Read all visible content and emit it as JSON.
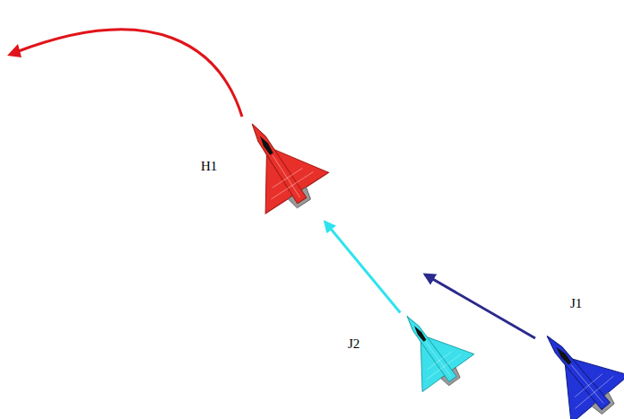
{
  "diagram": {
    "nodes": [
      {
        "text": [
          "H1"
        ]
      },
      {
        "text": [
          "J2"
        ]
      },
      {
        "text": [
          "J1"
        ]
      }
    ],
    "edges": [
      {
        "from": 1,
        "to": 0,
        "arrow": "to"
      }
    ]
  }
}
